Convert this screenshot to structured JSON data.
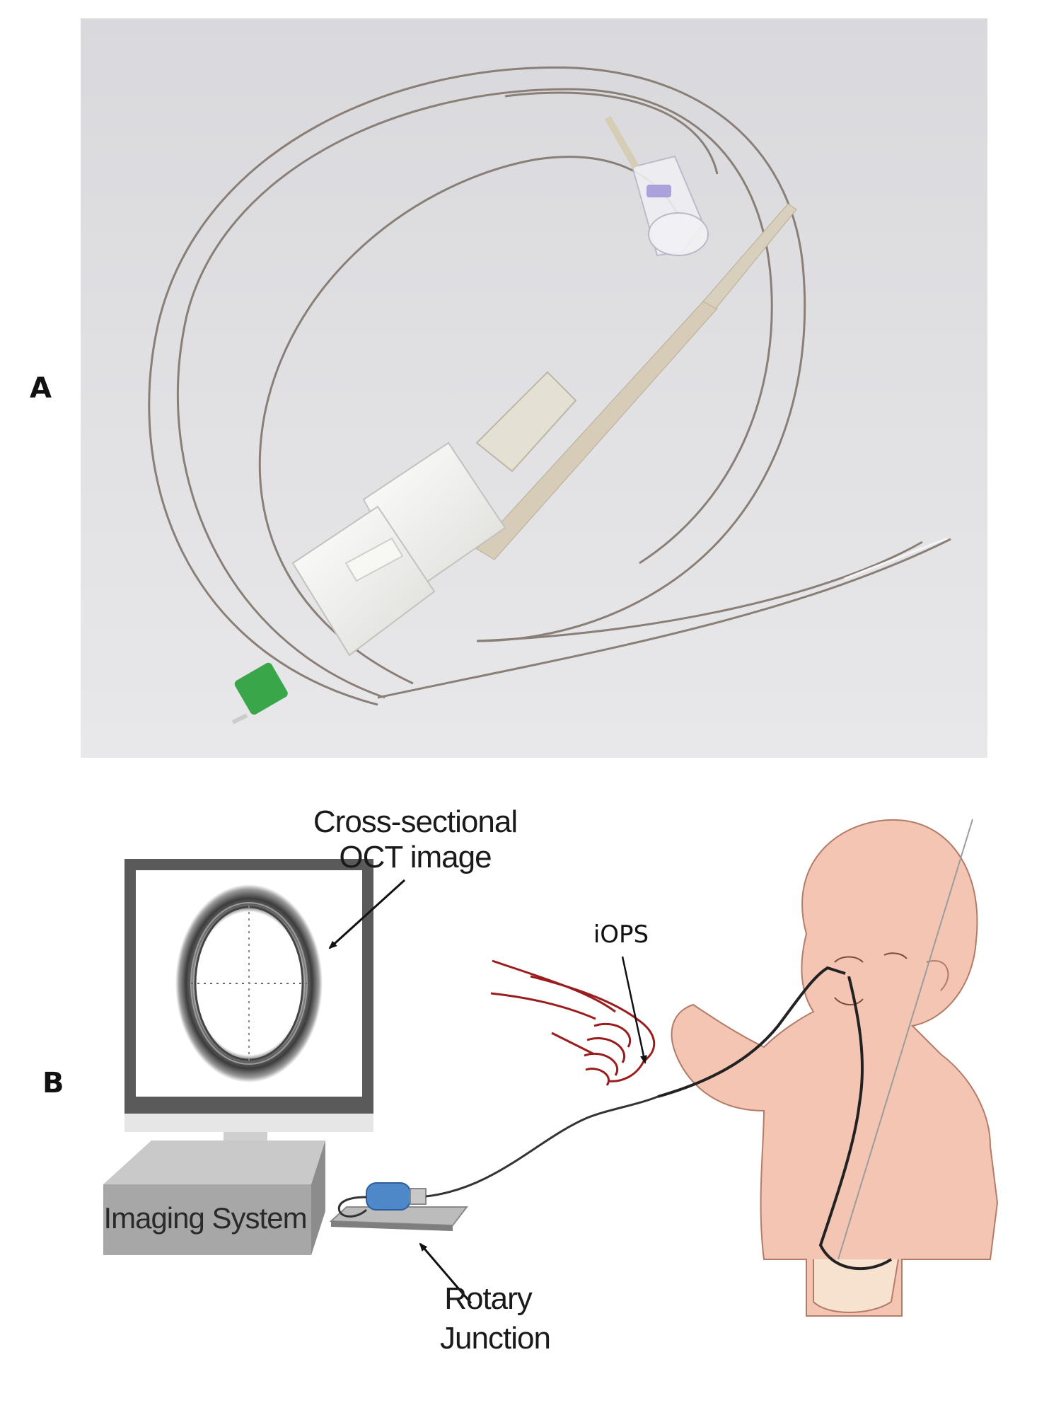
{
  "panels": {
    "a": "A",
    "b": "B"
  },
  "labels": {
    "oct_line1": "Cross-sectional",
    "oct_line2": "OCT image",
    "iops": "iOPS",
    "imaging_system": "Imaging System",
    "rotary_line1": "Rotary",
    "rotary_line2": "Junction"
  },
  "colors": {
    "photo_bg": "#e3e3e6",
    "skin": "#f3c5b2",
    "skin_outline": "#b37c69",
    "box_gray": "#a7a7a7",
    "monitor_frame": "#5a5a5a",
    "tube_green": "#3aa64a",
    "rotary_blue": "#4f88c9"
  }
}
